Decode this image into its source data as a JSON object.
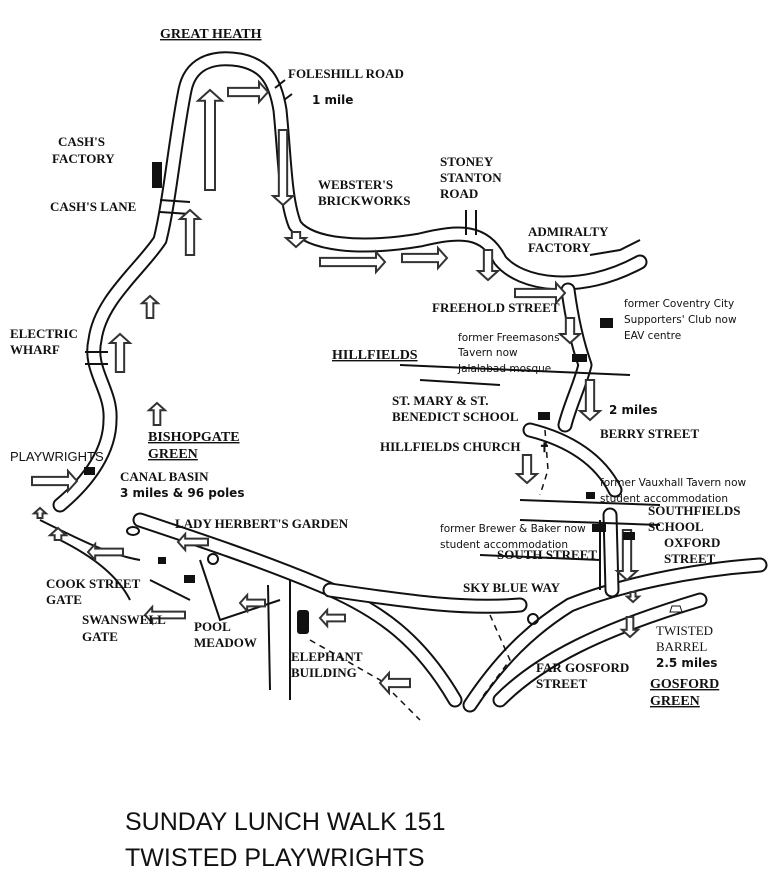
{
  "map": {
    "areas": {
      "great_heath": "GREAT HEATH",
      "hillfields": "HILLFIELDS",
      "bishopgate": [
        "BISHOPGATE",
        "GREEN"
      ],
      "gosford": [
        "GOSFORD",
        "GREEN"
      ]
    },
    "labels": {
      "foleshill": "FOLESHILL ROAD",
      "cashs_factory": [
        "CASH'S",
        "FACTORY"
      ],
      "cashs_lane": "CASH'S LANE",
      "websters": [
        "WEBSTER'S",
        "BRICKWORKS"
      ],
      "stoney": [
        "STONEY",
        "STANTON",
        "ROAD"
      ],
      "admiralty": [
        "ADMIRALTY",
        "FACTORY"
      ],
      "freehold": "FREEHOLD STREET",
      "electric": [
        "ELECTRIC",
        "WHARF"
      ],
      "st_mary": [
        "ST. MARY & ST.",
        "BENEDICT SCHOOL"
      ],
      "berry": "BERRY STREET",
      "hillfields_church": "HILLFIELDS CHURCH",
      "playwrights": "PLAYWRIGHTS",
      "canal_basin": "CANAL BASIN",
      "southfields": [
        "SOUTHFIELDS",
        "SCHOOL"
      ],
      "lady_herbert": "LADY HERBERT'S GARDEN",
      "oxford": [
        "OXFORD",
        "STREET"
      ],
      "south_street": "SOUTH STREET",
      "cook_street": [
        "COOK STREET",
        "GATE"
      ],
      "sky_blue": "SKY BLUE WAY",
      "swanswell": [
        "SWANSWELL",
        "GATE"
      ],
      "pool_meadow": [
        "POOL",
        "MEADOW"
      ],
      "twisted_barrel": [
        "TWISTED",
        "BARREL"
      ],
      "elephant": [
        "ELEPHANT",
        "BUILDING"
      ],
      "far_gosford": [
        "FAR GOSFORD",
        "STREET"
      ]
    },
    "notes": {
      "coventry_city": [
        "former Coventry City",
        "Supporters' Club now",
        "EAV centre"
      ],
      "freemasons": [
        "former Freemasons'",
        "Tavern now",
        "Jalalabad mosque"
      ],
      "vauxhall": [
        "former Vauxhall Tavern now",
        "student accommodation"
      ],
      "brewer_baker": [
        "former Brewer & Baker now",
        "student accommodation"
      ]
    },
    "distances": {
      "one": "1 mile",
      "two": "2 miles",
      "three": "3 miles & 96 poles",
      "two_half": "2.5 miles"
    },
    "icons": {
      "church": "cross-icon"
    }
  },
  "title": [
    "SUNDAY LUNCH WALK 151",
    "TWISTED PLAYWRIGHTS"
  ]
}
